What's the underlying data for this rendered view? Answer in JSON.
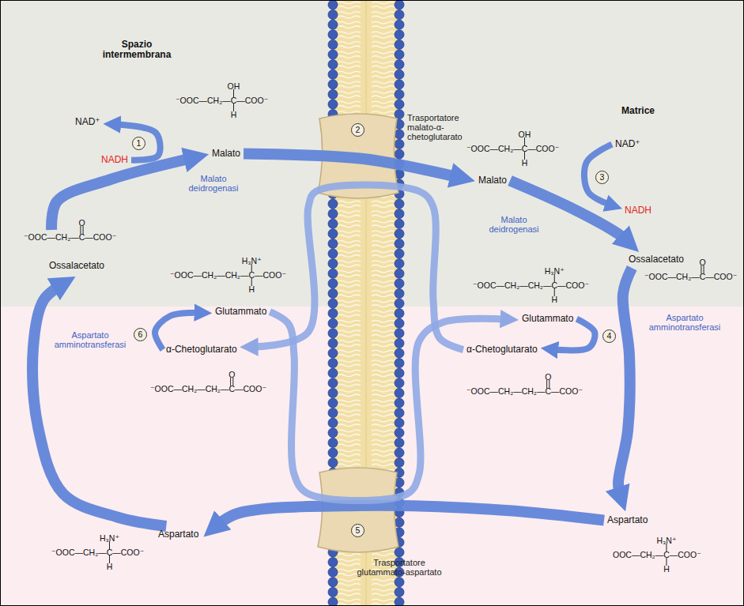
{
  "diagram": {
    "nodes": [
      {
        "text": [
          "Malato",
          "OH",
          "⁻OOC—CH₂—C—COO⁻",
          "H"
        ]
      },
      {
        "text": [
          "2",
          "Trasportatore malato-α-chetoglutarato"
        ]
      },
      {
        "text": [
          "Malato",
          "OH",
          "⁻OOC—CH₂—C—COO⁻",
          "H"
        ]
      },
      {
        "text": [
          "NAD⁺"
        ]
      },
      {
        "text": [
          "NAD⁺"
        ]
      },
      {
        "text": [
          "NADH"
        ]
      },
      {
        "text": [
          "NADH"
        ]
      },
      {
        "text": [
          "Ossalacetato",
          "O",
          "⁻OOC—CH₂—C—COO⁻"
        ]
      },
      {
        "text": [
          "Ossalacetato",
          "O",
          "⁻OOC—CH₂—C—COO⁻"
        ]
      },
      {
        "text": [
          "Glutammato",
          "H₃N⁺",
          "⁻OOC—CH₂—CH₂—C—COO⁻",
          "H"
        ]
      },
      {
        "text": [
          "Glutammato",
          "H₃N⁺",
          "⁻OOC—CH₂—CH₂—C—COO⁻",
          "H"
        ]
      },
      {
        "text": [
          "α-Chetoglutarato",
          "O",
          "⁻OOC—CH₂—CH₂—C—COO⁻"
        ]
      },
      {
        "text": [
          "α-Chetoglutarato",
          "O",
          "⁻OOC—CH₂—CH₂—C—COO⁻"
        ]
      },
      {
        "text": [
          "Aspartato",
          "H₃N⁺",
          "⁻OOC—CH₂—C—COO⁻",
          "H"
        ]
      },
      {
        "text": [
          "Aspartato",
          "H₃N⁺",
          "OOC—CH₂—C—COO⁻",
          "H"
        ]
      },
      {
        "text": [
          "5",
          "Trasportatore glutammato-aspartato"
        ]
      }
    ],
    "edges": [
      {
        "from": 0,
        "to": 2,
        "arrow": "to"
      },
      {
        "from": 2,
        "to": 8,
        "arrow": "to"
      },
      {
        "from": 8,
        "to": 14,
        "arrow": "to"
      },
      {
        "from": 14,
        "to": 13,
        "arrow": "to"
      },
      {
        "from": 13,
        "to": 7,
        "arrow": "to"
      },
      {
        "from": 7,
        "to": 0,
        "arrow": "to"
      },
      {
        "from": 5,
        "to": 3,
        "arrow": "to"
      },
      {
        "from": 4,
        "to": 6,
        "arrow": "to"
      },
      {
        "from": 12,
        "to": 11,
        "arrow": "to"
      },
      {
        "from": 9,
        "to": 10,
        "arrow": "to"
      },
      {
        "from": 10,
        "to": 12,
        "arrow": "to"
      },
      {
        "from": 11,
        "to": 9,
        "arrow": "to"
      }
    ],
    "labels": [
      "Spazio intermembrana",
      "Matrice",
      "1",
      "Malato deidrogenasi",
      "3",
      "Malato deidrogenasi",
      "4",
      "Aspartato amminotransferasi",
      "6",
      "Aspartato amminotransferasi"
    ]
  }
}
